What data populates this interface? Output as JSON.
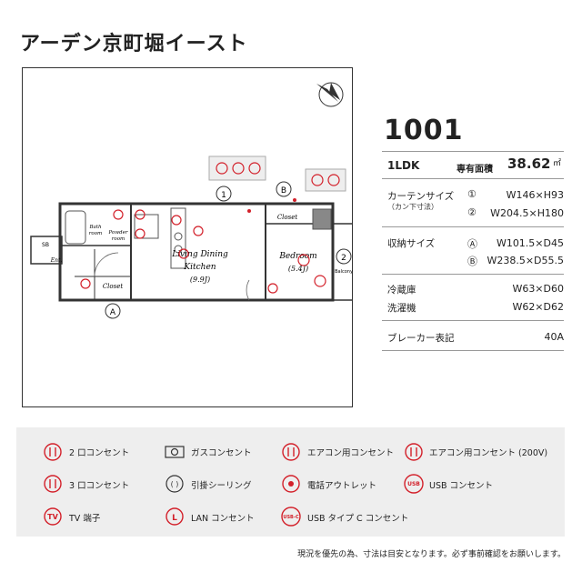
{
  "title": "アーデン京町堀イースト",
  "unit": {
    "number": "1001",
    "layout": "1LDK",
    "area_label": "専有面積",
    "area_value": "38.62",
    "area_unit": "㎡"
  },
  "specs": {
    "curtain_label": "カーテンサイズ",
    "curtain_sub": "（カン下寸法）",
    "curtain_1_mark": "①",
    "curtain_1_value": "W146×H93",
    "curtain_2_mark": "②",
    "curtain_2_value": "W204.5×H180",
    "storage_label": "収納サイズ",
    "storage_a_mark": "Ⓐ",
    "storage_a_value": "W101.5×D45",
    "storage_b_mark": "Ⓑ",
    "storage_b_value": "W238.5×D55.5",
    "fridge_label": "冷蔵庫",
    "fridge_value": "W63×D60",
    "washer_label": "洗濯機",
    "washer_value": "W62×D62",
    "breaker_label": "ブレーカー表記",
    "breaker_value": "40A"
  },
  "plan": {
    "ldk_label": "Living Dining",
    "ldk_label2": "Kitchen",
    "ldk_size": "(9.9J)",
    "bedroom_label": "Bedroom",
    "bedroom_size": "(5.4J)",
    "closet_top": "Closet",
    "closet_bottom": "Closet",
    "bath": "Bath",
    "bath2": "room",
    "powder": "Powder",
    "powder2": "room",
    "sb": "SB",
    "ent": "Ent.",
    "balcony": "Balcony",
    "mark_1": "1",
    "mark_2": "2",
    "mark_a": "A",
    "mark_b": "B"
  },
  "legend": {
    "outlet2": "2 口コンセント",
    "gas": "ガスコンセント",
    "ac": "エアコン用コンセント",
    "ac200": "エアコン用コンセント (200V)",
    "outlet3": "3 口コンセント",
    "ceiling": "引掛シーリング",
    "phone": "電話アウトレット",
    "usb": "USB コンセント",
    "tv": "TV 端子",
    "lan": "LAN コンセント",
    "usbc": "USB タイプ C コンセント"
  },
  "footnote": "現況を優先の為、寸法は目安となります。必ず事前確認をお願いします。",
  "colors": {
    "accent": "#d3202a",
    "wall": "#333333",
    "legend_bg": "#eeeeee"
  }
}
